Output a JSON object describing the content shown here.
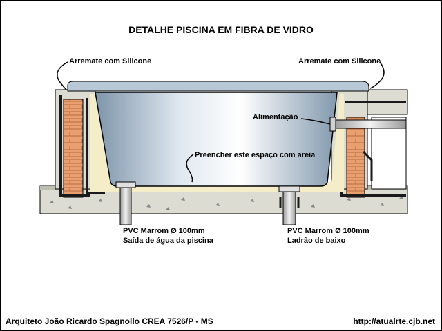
{
  "title": "DETALHE PISCINA EM FIBRA DE VIDRO",
  "labels": {
    "arremate_left": "Arremate com Silicone",
    "arremate_right": "Arremate com Silicone",
    "alimentacao": "Alimentação",
    "preencher": "Preencher este espaço com areia",
    "pvc_left_line1": "PVC Marrom Ø 100mm",
    "pvc_left_line2": "Saída de água da piscina",
    "pvc_right_line1": "PVC Marrom Ø 100mm",
    "pvc_right_line2": "Ladrão de baixo"
  },
  "footer": {
    "author": "Arquiteto João Ricardo Spagnollo CREA 7526/P - MS",
    "url": "http://atualrte.cjb.net"
  },
  "colors": {
    "concrete": "#dcdcd2",
    "sand": "#f5ecc8",
    "brick": "#e8a070",
    "waterproofing": "#1a1a1a",
    "fiberglass_shell": "#8ea4b8",
    "pipe": "#c0c0c0"
  }
}
